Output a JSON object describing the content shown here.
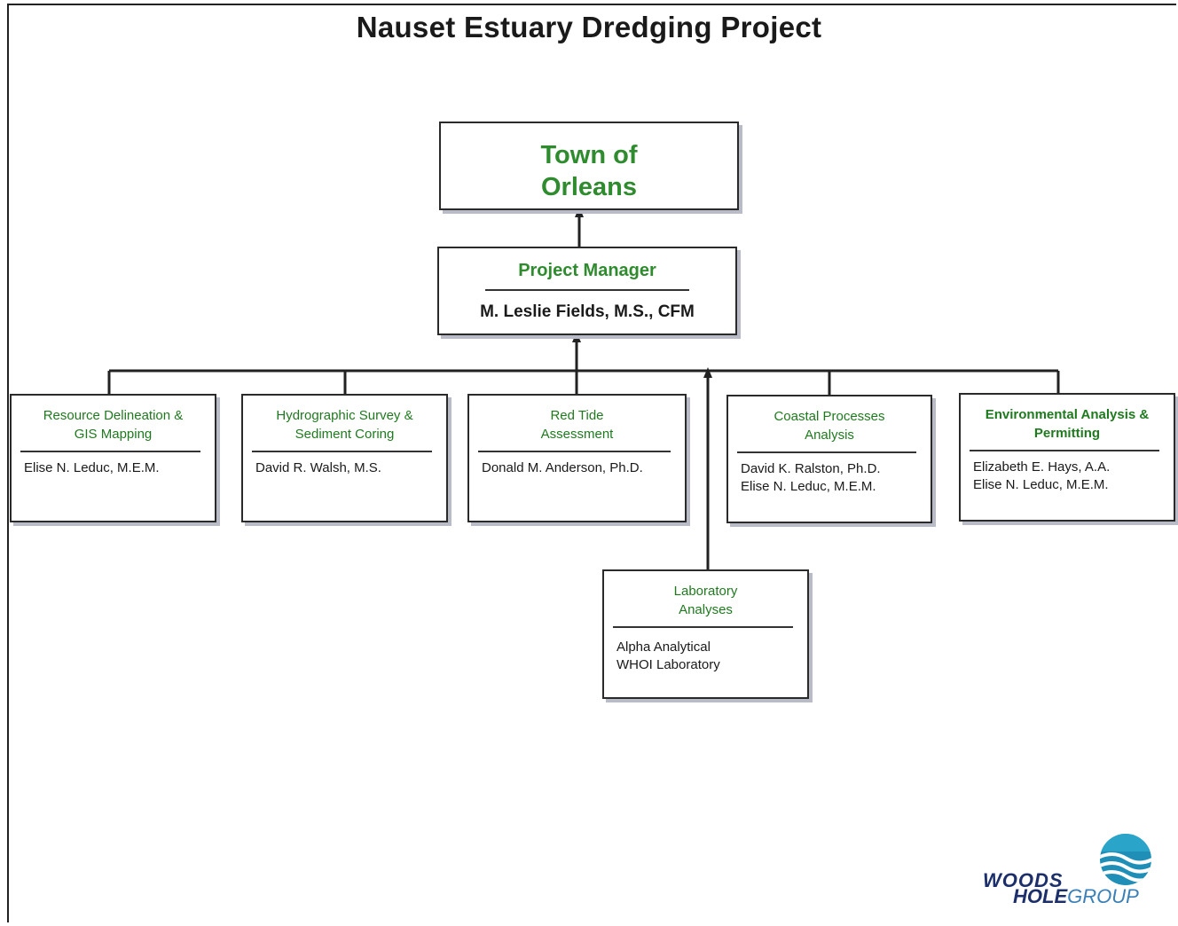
{
  "title": "Nauset Estuary Dredging Project",
  "colors": {
    "heading_green": "#2e8b2e",
    "box_border": "#2a2a2a",
    "box_shadow": "#b9bcc6"
  },
  "town": {
    "line1": "Town of",
    "line2": "Orleans"
  },
  "project_manager": {
    "role": "Project Manager",
    "name": "M. Leslie Fields, M.S., CFM"
  },
  "teams": [
    {
      "role_lines": [
        "Resource Delineation &",
        "GIS Mapping"
      ],
      "people": [
        "Elise N. Leduc, M.E.M."
      ]
    },
    {
      "role_lines": [
        "Hydrographic Survey &",
        "Sediment Coring"
      ],
      "people": [
        "David R. Walsh, M.S."
      ]
    },
    {
      "role_lines": [
        "Red Tide",
        "Assessment"
      ],
      "people": [
        "Donald M. Anderson, Ph.D."
      ]
    },
    {
      "role_lines": [
        "Coastal Processes",
        "Analysis"
      ],
      "people": [
        "David K. Ralston, Ph.D.",
        "Elise N. Leduc, M.E.M."
      ]
    },
    {
      "role_lines": [
        "Environmental Analysis &",
        "Permitting"
      ],
      "people": [
        "Elizabeth E. Hays, A.A.",
        "Elise N. Leduc, M.E.M."
      ]
    }
  ],
  "laboratory": {
    "role_lines": [
      "Laboratory",
      "Analyses"
    ],
    "people": [
      "Alpha Analytical",
      "WHOI Laboratory"
    ]
  },
  "logo": {
    "word_woods": "WOODS",
    "word_hole": "HOLE",
    "word_group": "GROUP",
    "icon": "wave-globe-icon"
  }
}
